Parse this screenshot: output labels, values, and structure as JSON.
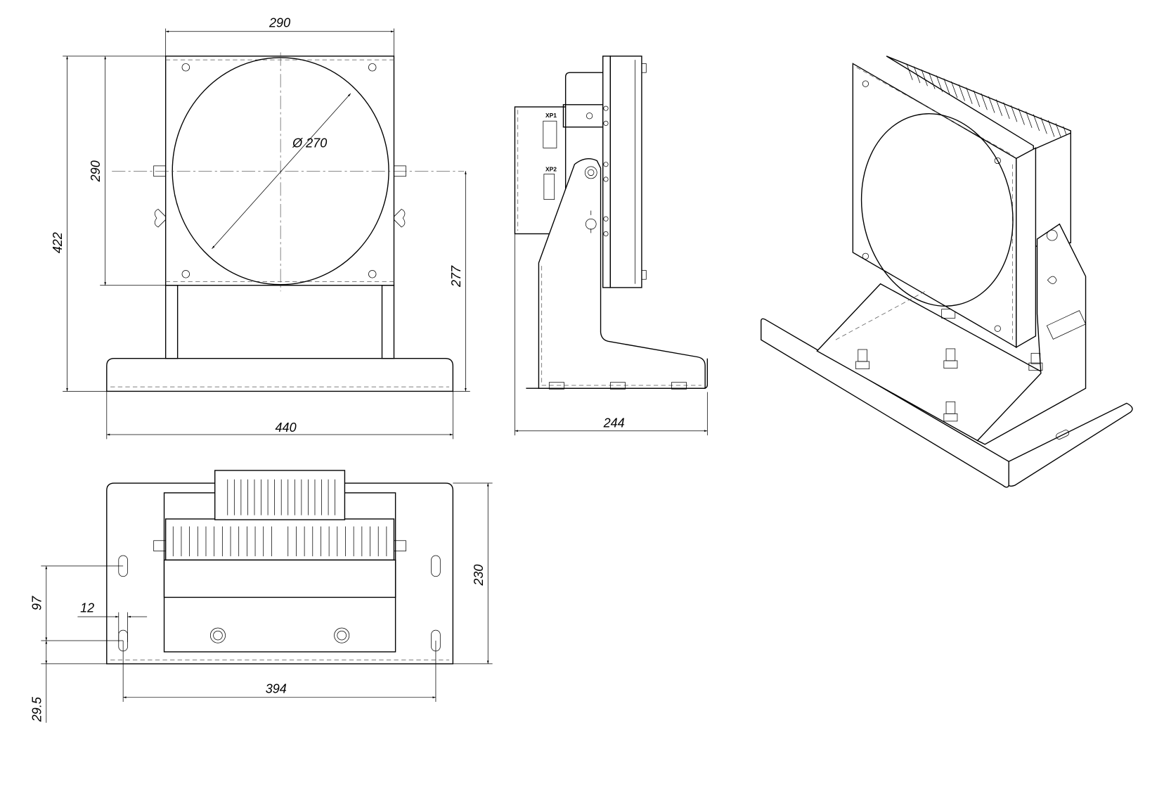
{
  "front_view": {
    "width_label": "290",
    "height_label": "290",
    "total_height_label": "422",
    "diameter_label": "Ø 270",
    "axis_height_label": "277",
    "base_width_label": "440"
  },
  "side_view": {
    "depth_label": "244",
    "connector_1_label": "XP1",
    "connector_2_label": "XP2"
  },
  "bottom_view": {
    "slot_spacing_label": "97",
    "slot_width_label": "12",
    "base_depth_label": "230",
    "slot_distance_label": "394",
    "edge_offset_label": "29.5"
  },
  "colors": {
    "line": "#000000",
    "background": "#ffffff"
  }
}
